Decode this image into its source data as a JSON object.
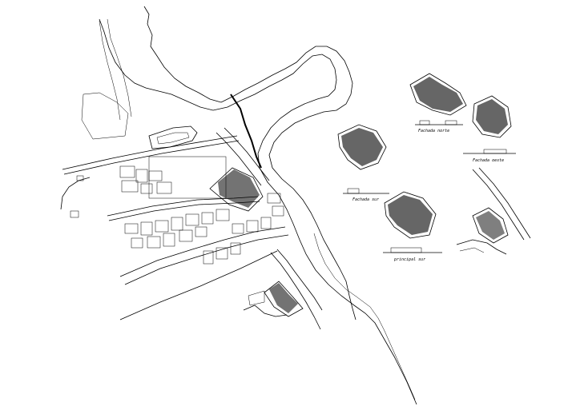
{
  "colors": {
    "background": "#ffffff",
    "ink": "#000000"
  },
  "labels": {
    "fachada_norte": "Fachada norte",
    "fachada_oeste": "Fachada oeste",
    "fachada_sur": "Fachada sur",
    "principal_sur": "principal sur"
  }
}
